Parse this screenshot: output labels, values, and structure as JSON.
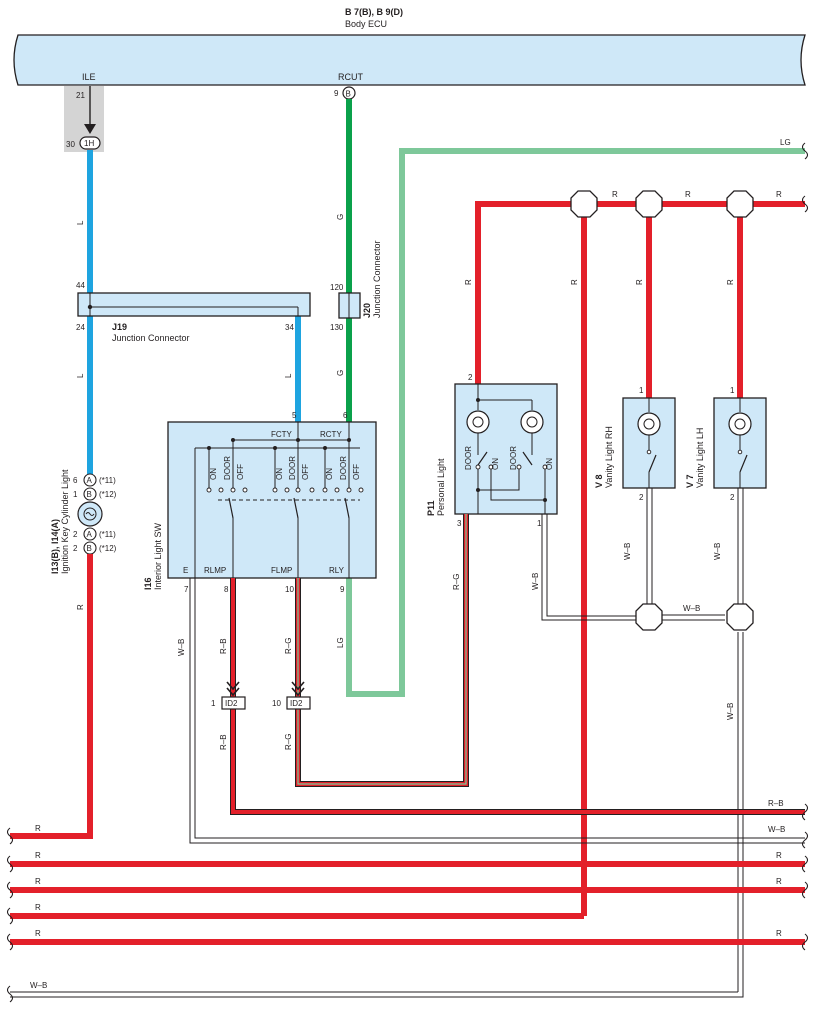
{
  "ecu": {
    "code": "B 7(B), B 9(D)",
    "name": "Body ECU",
    "pin_ile": "ILE",
    "pin_rcut": "RCUT",
    "pin_ile_no": "21",
    "pin_rcut_no": "9",
    "pin_rcut_conn": "B"
  },
  "ecu_connector": {
    "pin": "30",
    "id": "1H"
  },
  "j19": {
    "code": "J19",
    "name": "Junction Connector",
    "pin_top": "44",
    "pin_left": "24",
    "pin_right": "34"
  },
  "j20": {
    "code": "J20",
    "name": "Junction Connector",
    "pin_top": "120",
    "pin_bottom": "130"
  },
  "i16": {
    "code": "I16",
    "name": "Interior Light SW",
    "term_fcty": "FCTY",
    "term_rcty": "RCTY",
    "term_e": "E",
    "term_rlmp": "RLMP",
    "term_flmp": "FLMP",
    "term_rly": "RLY",
    "pin_fcty": "5",
    "pin_rcty": "6",
    "pin_e": "7",
    "pin_rlmp": "8",
    "pin_flmp": "10",
    "pin_rly": "9",
    "pos_on": "ON",
    "pos_door": "DOOR",
    "pos_off": "OFF"
  },
  "ign_light": {
    "code": "I13(B), I14(A)",
    "name": "Ignition Key Cylinder Light",
    "pin_a1": "6",
    "conn_a1": "A",
    "note_a1": "(*11)",
    "pin_b1": "1",
    "conn_b1": "B",
    "note_b1": "(*12)",
    "pin_a2": "2",
    "conn_a2": "A",
    "note_a2": "(*11)",
    "pin_b2": "2",
    "conn_b2": "B",
    "note_b2": "(*12)"
  },
  "p11": {
    "code": "P11",
    "name": "Personal Light",
    "pin_top": "2",
    "pin_3": "3",
    "pin_1": "1",
    "sw_door1": "DOOR",
    "sw_on1": "ON",
    "sw_door2": "DOOR",
    "sw_on2": "ON"
  },
  "v8": {
    "code": "V 8",
    "name": "Vanity Light RH",
    "pin_top": "1",
    "pin_bottom": "2"
  },
  "v7": {
    "code": "V 7",
    "name": "Vanity Light LH",
    "pin_top": "1",
    "pin_bottom": "2"
  },
  "id2_1": {
    "pin": "1",
    "id": "ID2"
  },
  "id2_10": {
    "pin": "10",
    "id": "ID2"
  },
  "wires": {
    "l_top": "L",
    "l_mid": "L",
    "l_j19": "L",
    "g_top": "G",
    "g_mid": "G",
    "lg_top": "LG",
    "lg_mid": "LG",
    "r_ign": "R",
    "r_p11": "R",
    "r_bus1": "R",
    "r_bus2": "R",
    "r_bus3": "R",
    "r_down": "R",
    "r_v8": "R",
    "r_v7": "R",
    "wb_e": "W–B",
    "rb_1": "R–B",
    "rb_2": "R–B",
    "rg_1": "R–G",
    "rg_2": "R–G",
    "rg_p11": "R–G",
    "wb_p11": "W–B",
    "wb_v8": "W–B",
    "wb_v7": "W–B",
    "wb_bus": "W–B",
    "wb_v7b": "W–B",
    "left_r1": "R",
    "left_r2": "R",
    "left_r3": "R",
    "left_r4": "R",
    "left_r5": "R",
    "left_wb": "W–B",
    "right_rb": "R–B",
    "right_wb": "W–B",
    "right_r1": "R",
    "right_r2": "R",
    "right_r3": "R"
  },
  "colors": {
    "blue": "#1ea4e0",
    "green": "#0aa14b",
    "light_green": "#7ec89a",
    "red": "#e3202a",
    "component_fill": "#cfe8f8",
    "shade": "#d4d4d4"
  }
}
